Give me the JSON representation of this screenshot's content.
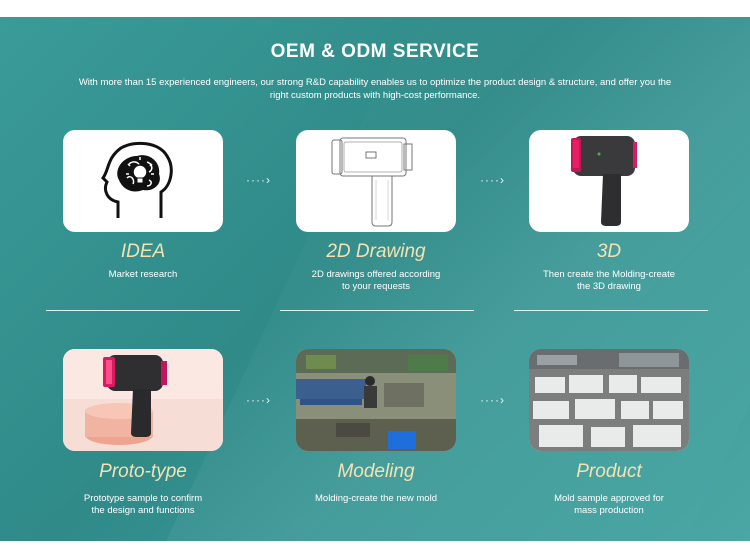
{
  "header": {
    "title": "OEM & ODM SERVICE",
    "intro_line1": "With more than 15 experienced engineers, our strong R&D capability enables us to optimize the product design & structure, and offer you the",
    "intro_line2": "right custom products with high-cost performance."
  },
  "steps": [
    {
      "title": "IDEA",
      "desc1": "Market research",
      "desc2": "",
      "icon": "brain-lightbulb-icon"
    },
    {
      "title": "2D Drawing",
      "desc1": "2D drawings offered according",
      "desc2": "to your requests",
      "icon": "line-drawing-image"
    },
    {
      "title": "3D",
      "desc1": "Then create the Molding-create",
      "desc2": "the 3D drawing",
      "icon": "3d-render-image"
    },
    {
      "title": "Proto-type",
      "desc1": "Prototype sample to confirm",
      "desc2": "the design and functions",
      "icon": "prototype-photo"
    },
    {
      "title": "Modeling",
      "desc1": "Molding-create the new mold",
      "desc2": "",
      "icon": "workshop-photo"
    },
    {
      "title": "Product",
      "desc1": "Mold sample approved for",
      "desc2": "mass production",
      "icon": "production-photo"
    }
  ],
  "arrow_glyph": "····›",
  "colors": {
    "panel": "#3a9b98",
    "step_title": "#f2e2b4",
    "text": "#ffffff"
  }
}
